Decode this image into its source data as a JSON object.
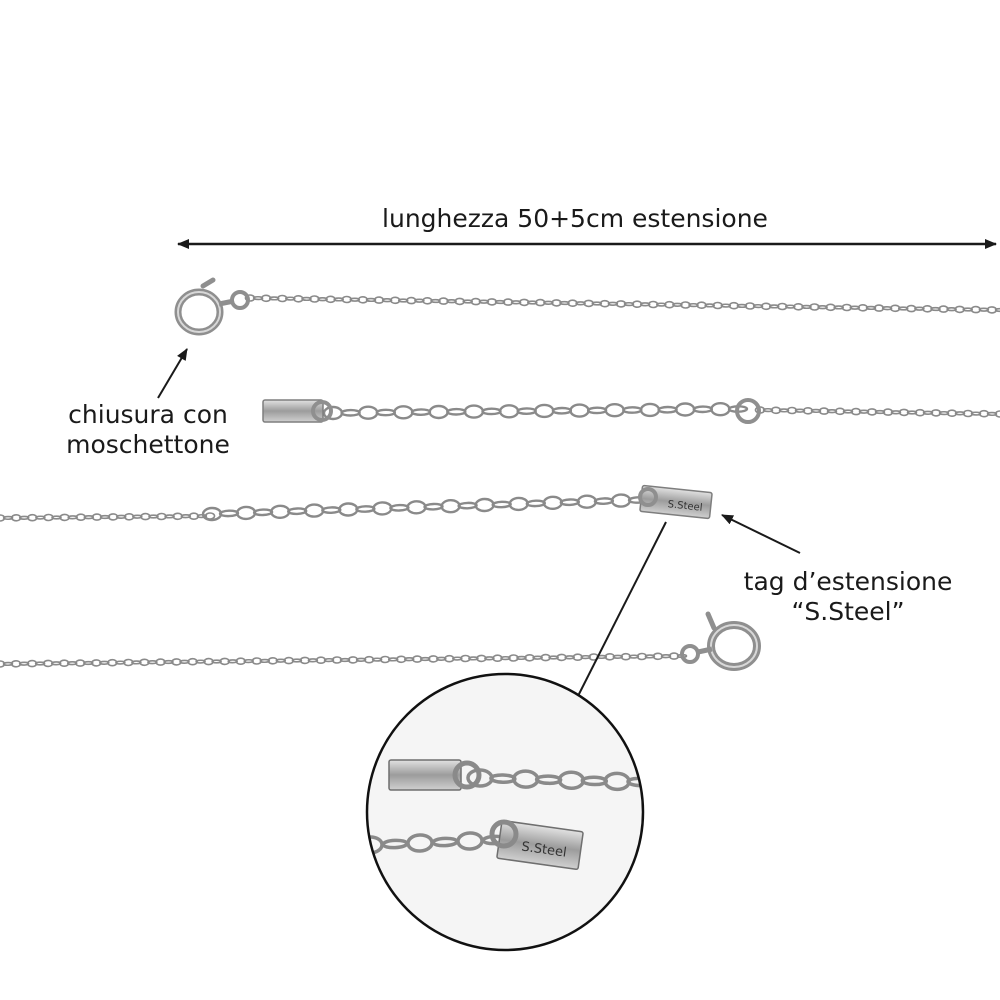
{
  "annotations": {
    "length": "lunghezza 50+5cm estensione",
    "clasp_line1": "chiusura con",
    "clasp_line2": "moschettone",
    "tag_line1": "tag d’estensione",
    "tag_line2": "“S.Steel”"
  },
  "tag_engraving": "S.Steel",
  "colors": {
    "background": "#ffffff",
    "text": "#1a1a1a",
    "chain": "#8a8a8a",
    "chain_light": "#c4c4c4",
    "metal": "#a0a0a0"
  }
}
